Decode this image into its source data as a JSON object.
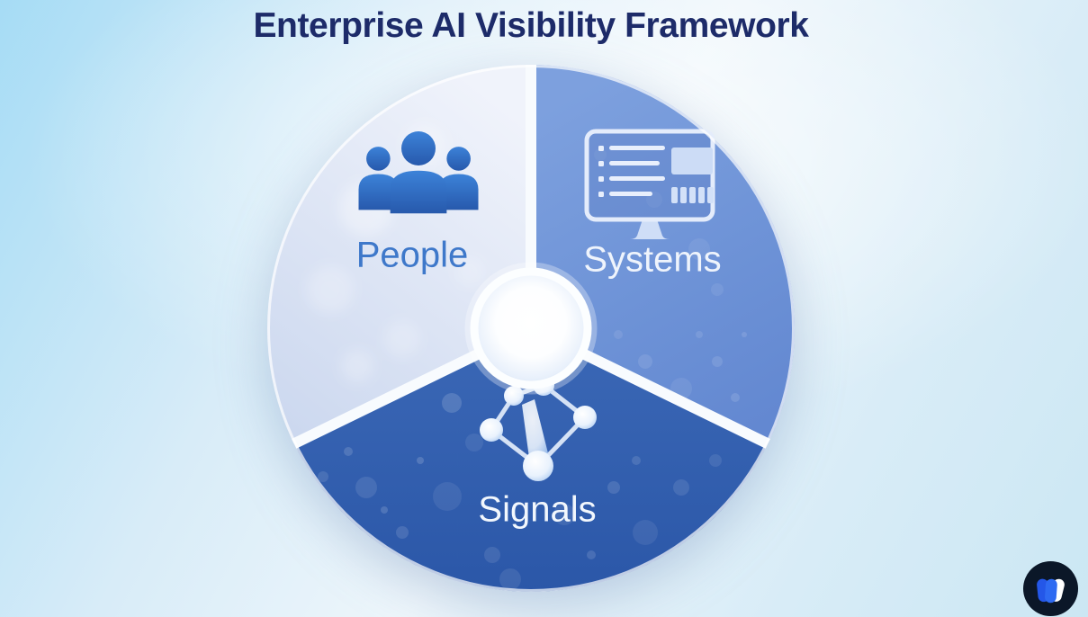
{
  "title": "Enterprise AI Visibility Framework",
  "segments": [
    {
      "label": "People",
      "icon": "people-group-icon",
      "wedge_color": "#dbe3f5",
      "label_color": "#3e78ca"
    },
    {
      "label": "Systems",
      "icon": "monitor-dashboard-icon",
      "wedge_color": "#7298db",
      "label_color": "#eff4fc"
    },
    {
      "label": "Signals",
      "icon": "network-graph-icon",
      "wedge_color": "#2f5cac",
      "label_color": "#f2f7fd"
    }
  ],
  "center_hub": {
    "style": "glowing white core with white ring"
  },
  "colors": {
    "title": "#1d2b69",
    "background_edge": "#a6dcf5",
    "background_center": "#eef6fb",
    "divider": "#f8fbfe",
    "people_icon_blue": "#2f6fc4",
    "logo_circle": "#0b1728",
    "logo_blue": "#2b62f0",
    "logo_white": "#ffffff"
  },
  "logo": {
    "icon": "w-mark-logo"
  }
}
